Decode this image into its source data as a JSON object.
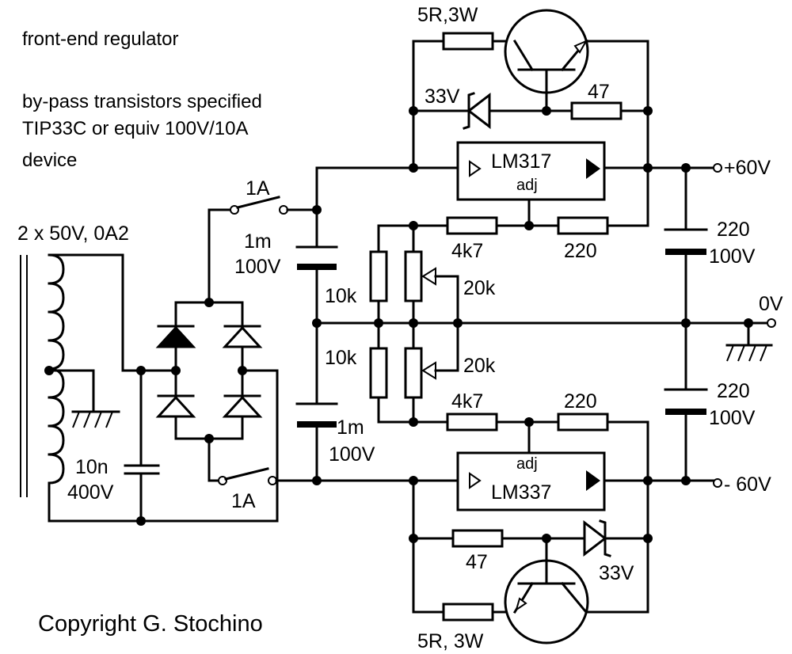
{
  "notes": {
    "title": "front-end regulator",
    "line1": "by-pass transistors specified",
    "line2": "TIP33C or equiv 100V/10A",
    "line3": "device",
    "copyright": "Copyright G. Stochino"
  },
  "transformer": {
    "label": "2 x 50V, 0A2"
  },
  "snubber_cap": {
    "value": "10n",
    "voltage": "400V"
  },
  "fuses": {
    "top": "1A",
    "bottom": "1A"
  },
  "reservoir_caps": {
    "top": {
      "value": "1m",
      "voltage": "100V"
    },
    "bottom": {
      "value": "1m",
      "voltage": "100V"
    }
  },
  "regulators": {
    "positive": {
      "name": "LM317",
      "adj": "adj"
    },
    "negative": {
      "name": "LM337",
      "adj": "adj"
    }
  },
  "positive_branch": {
    "pass_resistor": "5R,3W",
    "zener": "33V",
    "base_resistor": "47",
    "r_set": "4k7",
    "r_top": "220",
    "r_divider": "10k",
    "trimmer": "20k",
    "output_cap": {
      "value": "220",
      "voltage": "100V"
    }
  },
  "negative_branch": {
    "pass_resistor": "5R, 3W",
    "zener": "33V",
    "base_resistor": "47",
    "r_set": "4k7",
    "r_top": "220",
    "r_divider": "10k",
    "trimmer": "20k",
    "output_cap": {
      "value": "220",
      "voltage": "100V"
    }
  },
  "outputs": {
    "positive": "+60V",
    "ground": "0V",
    "negative": "- 60V"
  }
}
